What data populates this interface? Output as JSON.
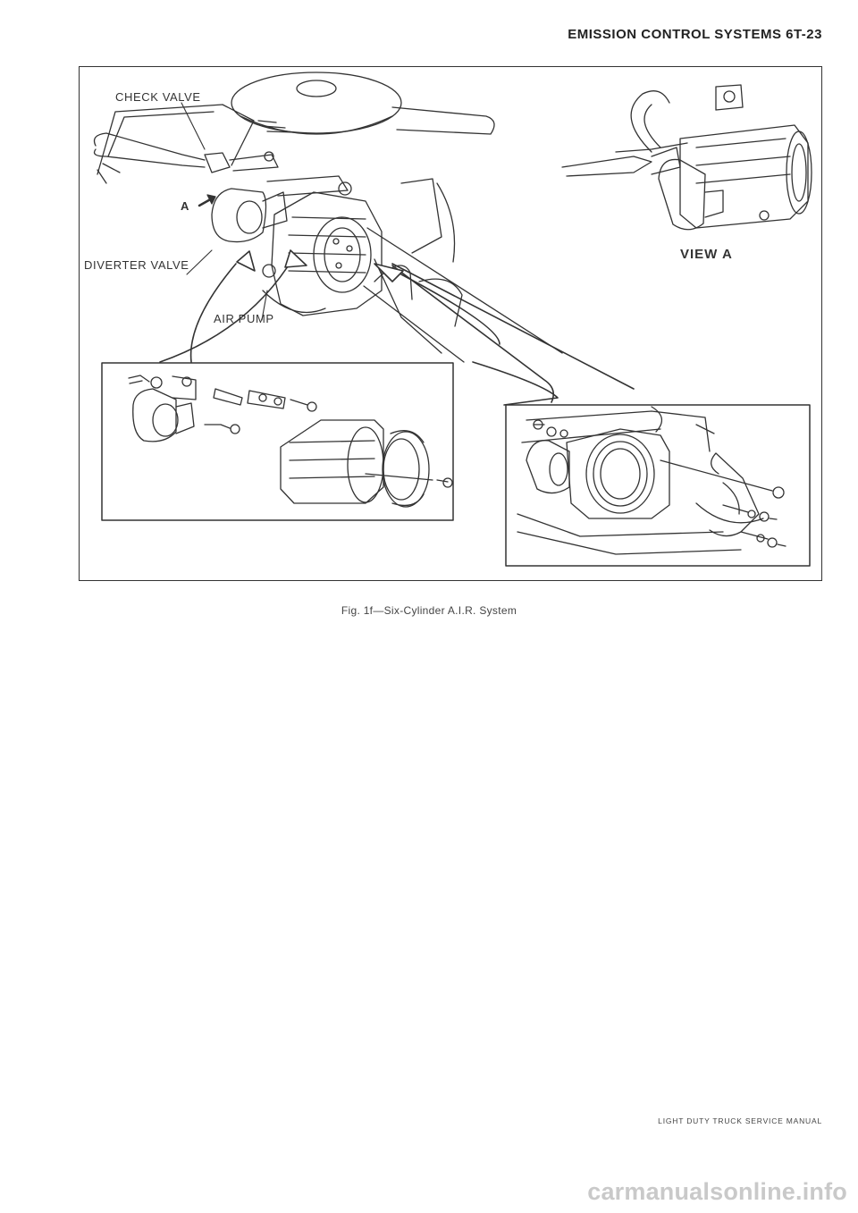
{
  "header": {
    "title": "EMISSION CONTROL SYSTEMS 6T-23"
  },
  "figure": {
    "labels": {
      "check_valve": "CHECK VALVE",
      "view_marker": "A",
      "diverter_valve": "DIVERTER VALVE",
      "air_pump": "AIR PUMP",
      "view_a": "VIEW A"
    },
    "caption": "Fig. 1f—Six-Cylinder A.I.R. System"
  },
  "footer": {
    "manual_name": "LIGHT DUTY TRUCK SERVICE MANUAL"
  },
  "watermark": {
    "text": "carmanualsonline.info"
  }
}
